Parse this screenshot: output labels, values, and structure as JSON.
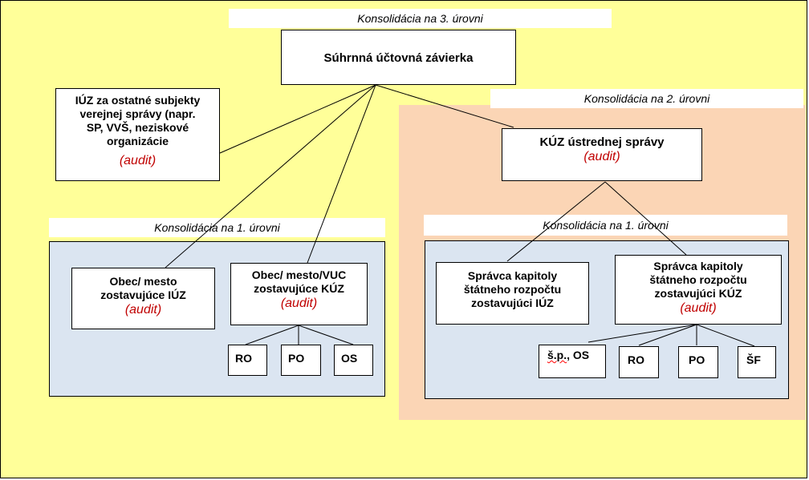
{
  "colors": {
    "background_yellow": "#ffff99",
    "level2_region": "#fbd5b5",
    "level1_region": "#dbe5f1",
    "audit_text": "#c00000"
  },
  "levels": {
    "level3_label": "Konsolidácia na 3. úrovni",
    "level2_label": "Konsolidácia na 2. úrovni",
    "level1_left_label": "Konsolidácia na 1. úrovni",
    "level1_right_label": "Konsolidácia na 1. úrovni"
  },
  "nodes": {
    "summary": {
      "title": "Súhrnná účtovná závierka"
    },
    "other_entities": {
      "lines": [
        "IÚZ za ostatné subjekty",
        "verejnej správy (napr.",
        "SP, VVŠ, neziskové",
        "organizácie"
      ],
      "audit": "(audit)"
    },
    "central_gov": {
      "title": "KÚZ ústrednej správy",
      "audit": "(audit)"
    },
    "municipality_iuz": {
      "lines": [
        "Obec/ mesto",
        "zostavujúce IÚZ"
      ],
      "audit": "(audit)"
    },
    "municipality_kuz": {
      "lines": [
        "Obec/ mesto/VUC",
        "zostavujúce KÚZ"
      ],
      "audit": "(audit)"
    },
    "chapter_iuz": {
      "lines": [
        "Správca kapitoly",
        "štátneho rozpočtu",
        "zostavujúci IÚZ"
      ]
    },
    "chapter_kuz": {
      "lines": [
        "Správca kapitoly",
        "štátneho rozpočtu",
        "zostavujúci KÚZ"
      ],
      "audit": "(audit)"
    },
    "left_children": [
      "RO",
      "PO",
      "OS"
    ],
    "right_children": {
      "sp_prefix": "š.p.",
      "sp_suffix": ", OS",
      "others": [
        "RO",
        "PO",
        "ŠF"
      ]
    }
  }
}
